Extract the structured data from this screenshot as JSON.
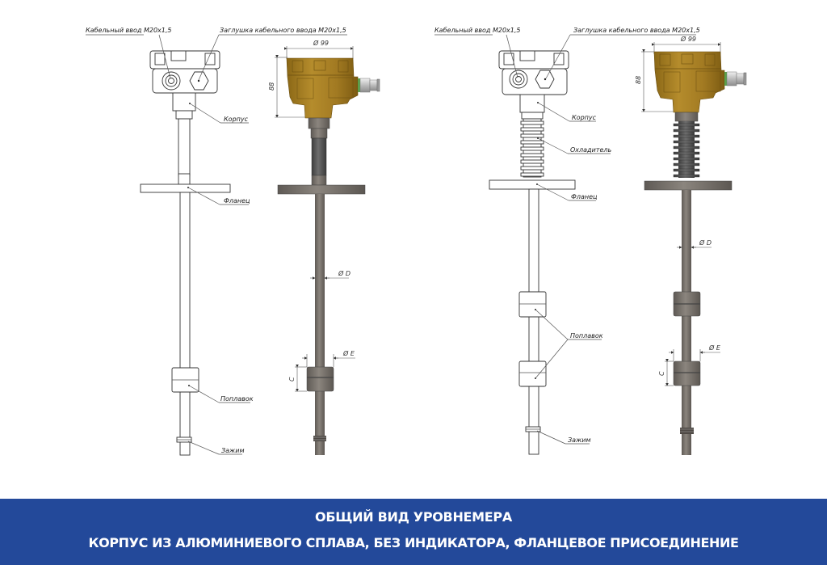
{
  "drawing": {
    "labels": {
      "cable_entry": "Кабельный ввод M20x1,5",
      "cable_plug": "Заглушка кабельного ввода M20x1,5",
      "housing": "Корпус",
      "flange": "Фланец",
      "float": "Поплавок",
      "clamp": "Зажим",
      "cooler": "Охладитель"
    },
    "dimensions": {
      "diameter_housing": "Ø 99",
      "height_housing": "88",
      "rod_diameter": "Ø D",
      "float_diameter": "Ø E",
      "float_height": "C"
    },
    "colors": {
      "housing_color": "#a57d22",
      "rod_color": "#7a756f",
      "footer_bg": "#23499a"
    },
    "variants": [
      {
        "name": "without-cooler-line-drawing"
      },
      {
        "name": "without-cooler-3d-render"
      },
      {
        "name": "with-cooler-line-drawing"
      },
      {
        "name": "with-cooler-3d-render"
      }
    ]
  },
  "footer": {
    "title": "ОБЩИЙ ВИД УРОВНЕМЕРА",
    "subtitle": "КОРПУС ИЗ АЛЮМИНИЕВОГО СПЛАВА, БЕЗ ИНДИКАТОРА, ФЛАНЦЕВОЕ ПРИСОЕДИНЕНИЕ"
  }
}
